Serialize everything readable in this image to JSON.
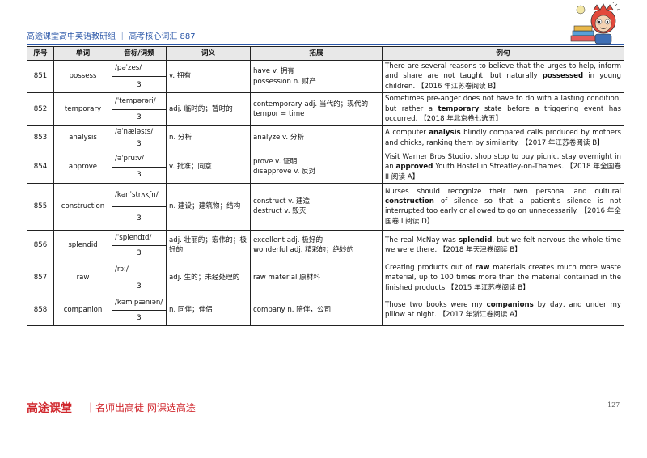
{
  "header": {
    "title": "高途课堂高中英语教研组 ｜ 高考核心词汇 887"
  },
  "columns": [
    "序号",
    "单词",
    "音标/词频",
    "词义",
    "拓展",
    "例句"
  ],
  "rows": [
    {
      "num": "851",
      "word": "possess",
      "phonetic": "/pəˈzes/",
      "freq": "3",
      "meaning": "v. 拥有",
      "expansion": [
        "have   v.  拥有",
        "possession   n.  财产"
      ],
      "example": [
        {
          "t": "There are several reasons to believe that the urges to help, inform and share are not taught, but naturally ",
          "b": false
        },
        {
          "t": "possessed",
          "b": true
        },
        {
          "t": " in young children. 【2016 年江苏卷阅读 B】",
          "b": false
        }
      ]
    },
    {
      "num": "852",
      "word": "temporary",
      "phonetic": "/ˈtempərəri/",
      "freq": "3",
      "meaning": "adj. 临时的；暂时的",
      "expansion": [
        "contemporary   adj.  当代的；现代的",
        "tempor = time"
      ],
      "example": [
        {
          "t": "Sometimes pre-anger does not have to do with a lasting condition, but rather a ",
          "b": false
        },
        {
          "t": "temporary",
          "b": true
        },
        {
          "t": " state before a triggering event has occurred. 【2018 年北京卷七选五】",
          "b": false
        }
      ]
    },
    {
      "num": "853",
      "word": "analysis",
      "phonetic": "/əˈnæləsɪs/",
      "freq": "3",
      "meaning": "n. 分析",
      "expansion": [
        "analyze   v.  分析"
      ],
      "example": [
        {
          "t": "A computer ",
          "b": false
        },
        {
          "t": "analysis",
          "b": true
        },
        {
          "t": " blindly compared calls produced by mothers and chicks, ranking them by similarity. 【2017 年江苏卷阅读 B】",
          "b": false
        }
      ]
    },
    {
      "num": "854",
      "word": "approve",
      "phonetic": "/əˈpruːv/",
      "freq": "3",
      "meaning": "v. 批准；同意",
      "expansion": [
        "prove   v.  证明",
        "disapprove   v.  反对"
      ],
      "example": [
        {
          "t": "Visit Warner Bros Studio, shop stop to buy picnic, stay overnight in an ",
          "b": false
        },
        {
          "t": "approved",
          "b": true
        },
        {
          "t": " Youth Hostel in Streatley-on-Thames. 【2018 年全国卷 II 阅读 A】",
          "b": false
        }
      ]
    },
    {
      "num": "855",
      "word": "construction",
      "phonetic": "/kənˈstrʌkʃn/",
      "freq": "3",
      "meaning": "n. 建设；建筑物；结构",
      "expansion": [
        "construct   v.  建造",
        "destruct   v.  毁灭"
      ],
      "example": [
        {
          "t": "Nurses should recognize their own personal and cultural ",
          "b": false
        },
        {
          "t": "construction",
          "b": true
        },
        {
          "t": " of silence so that a patient's silence is not interrupted too early or allowed to go on unnecessarily. 【2016 年全国卷 I 阅读 D】",
          "b": false
        }
      ]
    },
    {
      "num": "856",
      "word": "splendid",
      "phonetic": "/ˈsplendɪd/",
      "freq": "3",
      "meaning": "adj. 壮丽的；宏伟的；极好的",
      "expansion": [
        "excellent   adj.  极好的",
        "wonderful   adj.  精彩的；绝妙的"
      ],
      "example": [
        {
          "t": "The real McNay was ",
          "b": false
        },
        {
          "t": "splendid",
          "b": true
        },
        {
          "t": ", but we felt nervous the whole time we were there. 【2018 年天津卷阅读 B】",
          "b": false
        }
      ]
    },
    {
      "num": "857",
      "word": "raw",
      "phonetic": "/rɔː/",
      "freq": "3",
      "meaning": "adj. 生的；未经处理的",
      "expansion": [
        "raw material  原材料"
      ],
      "example": [
        {
          "t": "Creating products out of ",
          "b": false
        },
        {
          "t": "raw",
          "b": true
        },
        {
          "t": " materials creates much more waste material, up to 100 times more than the material contained in the finished products.【2015 年江苏卷阅读 B】",
          "b": false
        }
      ]
    },
    {
      "num": "858",
      "word": "companion",
      "phonetic": "/kəmˈpæniən/",
      "freq": "3",
      "meaning": "n. 同伴；伴侣",
      "expansion": [
        "company   n.  陪伴，公司"
      ],
      "example": [
        {
          "t": "Those two books were my ",
          "b": false
        },
        {
          "t": "companions",
          "b": true
        },
        {
          "t": " by day, and under my pillow at night. 【2017 年浙江卷阅读 A】",
          "b": false
        }
      ]
    }
  ],
  "footer": {
    "logo": "高途课堂",
    "slogan": "｜名师出高徒  网课选高途",
    "page_number": "127"
  }
}
